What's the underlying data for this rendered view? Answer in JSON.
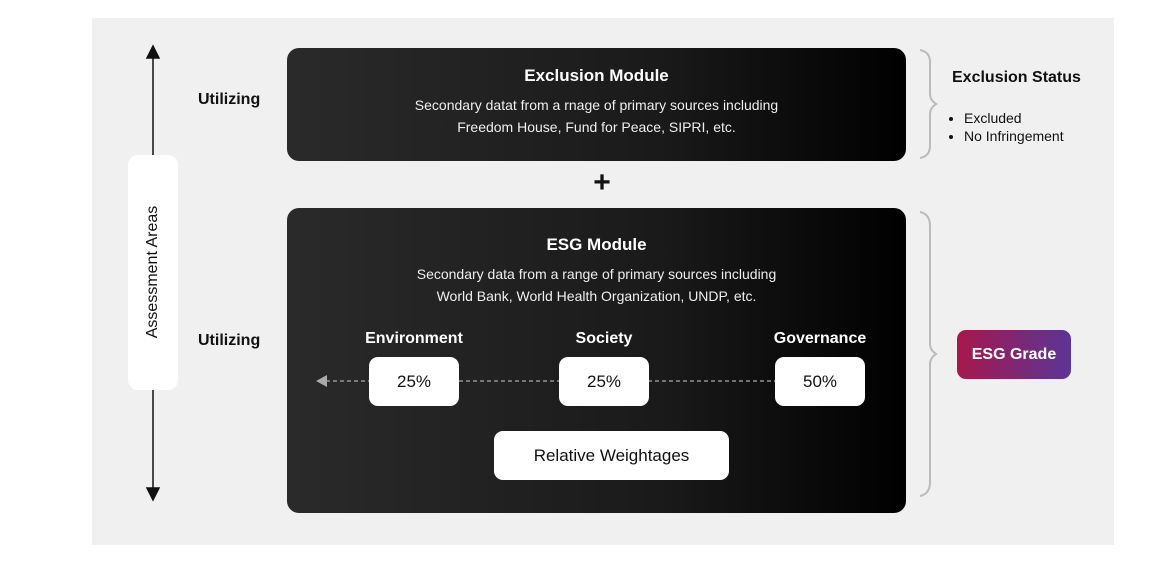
{
  "axis_label": "Assessment Areas",
  "utilizing": [
    "Utilizing",
    "Utilizing"
  ],
  "operator": "+",
  "exclusion_module": {
    "title": "Exclusion Module",
    "lines": [
      "Secondary datat from a rnage of primary sources including",
      "Freedom House, Fund for Peace, SIPRI, etc."
    ]
  },
  "esg_module": {
    "title": "ESG Module",
    "lines": [
      "Secondary data from a range of primary sources including",
      "World Bank, World Health Organization, UNDP, etc."
    ],
    "pillars": [
      {
        "name": "Environment",
        "weight": "25%"
      },
      {
        "name": "Society",
        "weight": "25%"
      },
      {
        "name": "Governance",
        "weight": "50%"
      }
    ],
    "weightage_label": "Relative Weightages"
  },
  "exclusion_status": {
    "title": "Exclusion Status",
    "items": [
      "Excluded",
      "No Infringement"
    ]
  },
  "esg_grade": "ESG Grade",
  "colors": {
    "grade_start": "#a6184c",
    "grade_end": "#5b3597"
  }
}
